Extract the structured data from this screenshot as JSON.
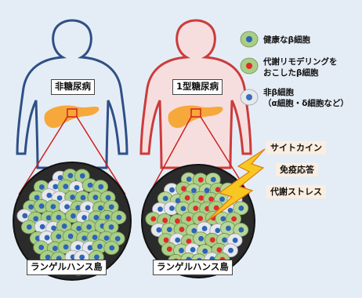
{
  "figures": {
    "left": {
      "label": "非糖尿病",
      "islet_label": "ランゲルハンス島"
    },
    "right": {
      "label": "1型糖尿病",
      "islet_label": "ランゲルハンス島"
    }
  },
  "legend": [
    {
      "text": "健康なβ細胞",
      "core_color": "#2e63b8",
      "cell_color": "#a9cf86",
      "lines": [
        "健康なβ細胞"
      ]
    },
    {
      "text": "代謝リモデリングを\nおこしたβ細胞",
      "core_color": "#e02b2b",
      "cell_color": "#a9cf86",
      "lines": [
        "代謝リモデリングを",
        "おこしたβ細胞"
      ]
    },
    {
      "text": "非β細胞\n（α細胞・δ細胞など）",
      "core_color": "#3a6cbf",
      "cell_color": "#e6e8ec",
      "lines": [
        "非β細胞",
        "（α細胞・δ細胞など）"
      ]
    }
  ],
  "stressors": [
    "サイトカイン",
    "免疫応答",
    "代謝ストレス"
  ],
  "colors": {
    "background": "#e4edf6",
    "healthy_outline": "#2f4f86",
    "t1d_outline": "#cc3b3b",
    "t1d_fill": "#f7dede",
    "pancreas": "#f6a83a",
    "circle_bg": "#2b2b2b",
    "connector": "#d02020",
    "lightning": "#f8c820",
    "lightning_edge": "#e07a10"
  }
}
